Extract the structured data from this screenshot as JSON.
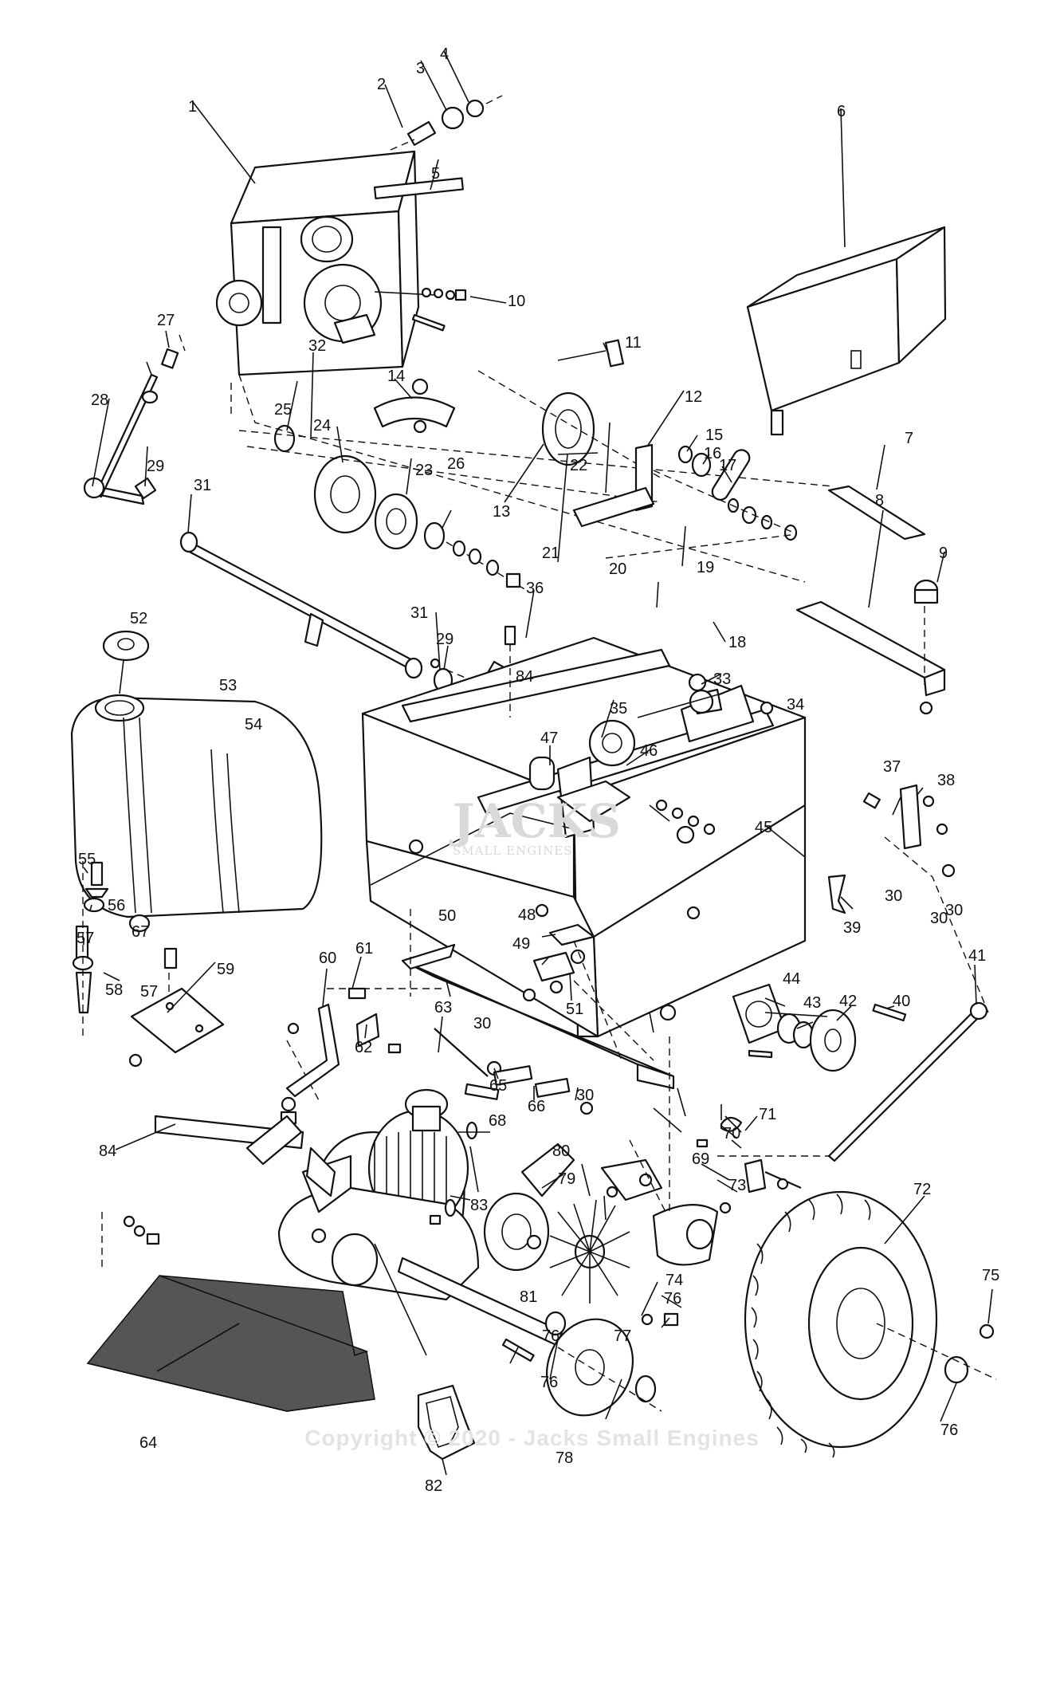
{
  "diagram": {
    "part_numbers": [
      "1",
      "2",
      "3",
      "4",
      "5",
      "6",
      "7",
      "8",
      "9",
      "10",
      "11",
      "12",
      "13",
      "14",
      "15",
      "16",
      "17",
      "18",
      "19",
      "20",
      "21",
      "22",
      "23",
      "24",
      "25",
      "26",
      "27",
      "28",
      "29",
      "30",
      "31",
      "32",
      "33",
      "34",
      "35",
      "36",
      "37",
      "38",
      "39",
      "40",
      "41",
      "42",
      "43",
      "44",
      "45",
      "46",
      "47",
      "48",
      "49",
      "50",
      "51",
      "52",
      "53",
      "54",
      "55",
      "56",
      "57",
      "58",
      "59",
      "60",
      "61",
      "62",
      "63",
      "64",
      "65",
      "66",
      "67",
      "68",
      "69",
      "70",
      "71",
      "72",
      "73",
      "74",
      "75",
      "76",
      "77",
      "78",
      "79",
      "80",
      "81",
      "82",
      "83",
      "84"
    ],
    "copyright": "Copyright © 2020 - Jacks Small Engines",
    "watermark": {
      "name": "JACKS",
      "subtitle": "SMALL ENGINES"
    }
  }
}
